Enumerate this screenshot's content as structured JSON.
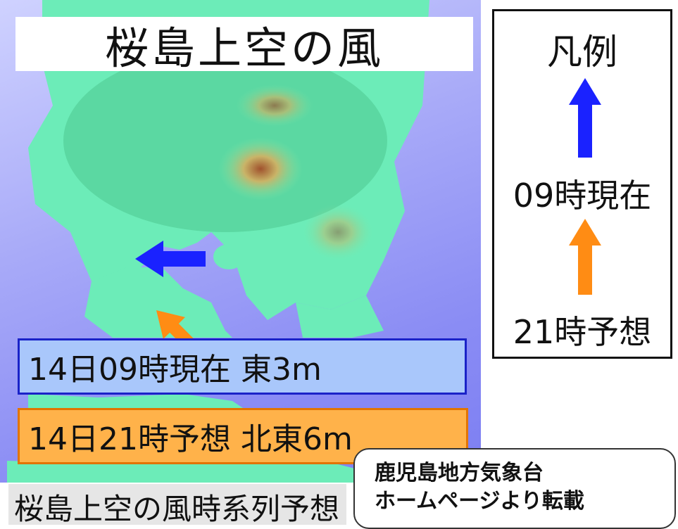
{
  "map": {
    "title": "桜島上空の風",
    "current_label": "14日09時現在 東3m",
    "forecast_label": "14日21時予想 北東6m",
    "colors": {
      "sea": "#8a8cf4",
      "land": "#6cecb8",
      "current_arrow": "#1a22ff",
      "forecast_arrow": "#ff8c14"
    }
  },
  "legend": {
    "title": "凡例",
    "current": "09時現在",
    "forecast": "21時予想"
  },
  "footer": {
    "series_text": "桜島上空の風時系列予想",
    "credit_line1": "鹿児島地方気象台",
    "credit_line2": "ホームページより転載"
  }
}
